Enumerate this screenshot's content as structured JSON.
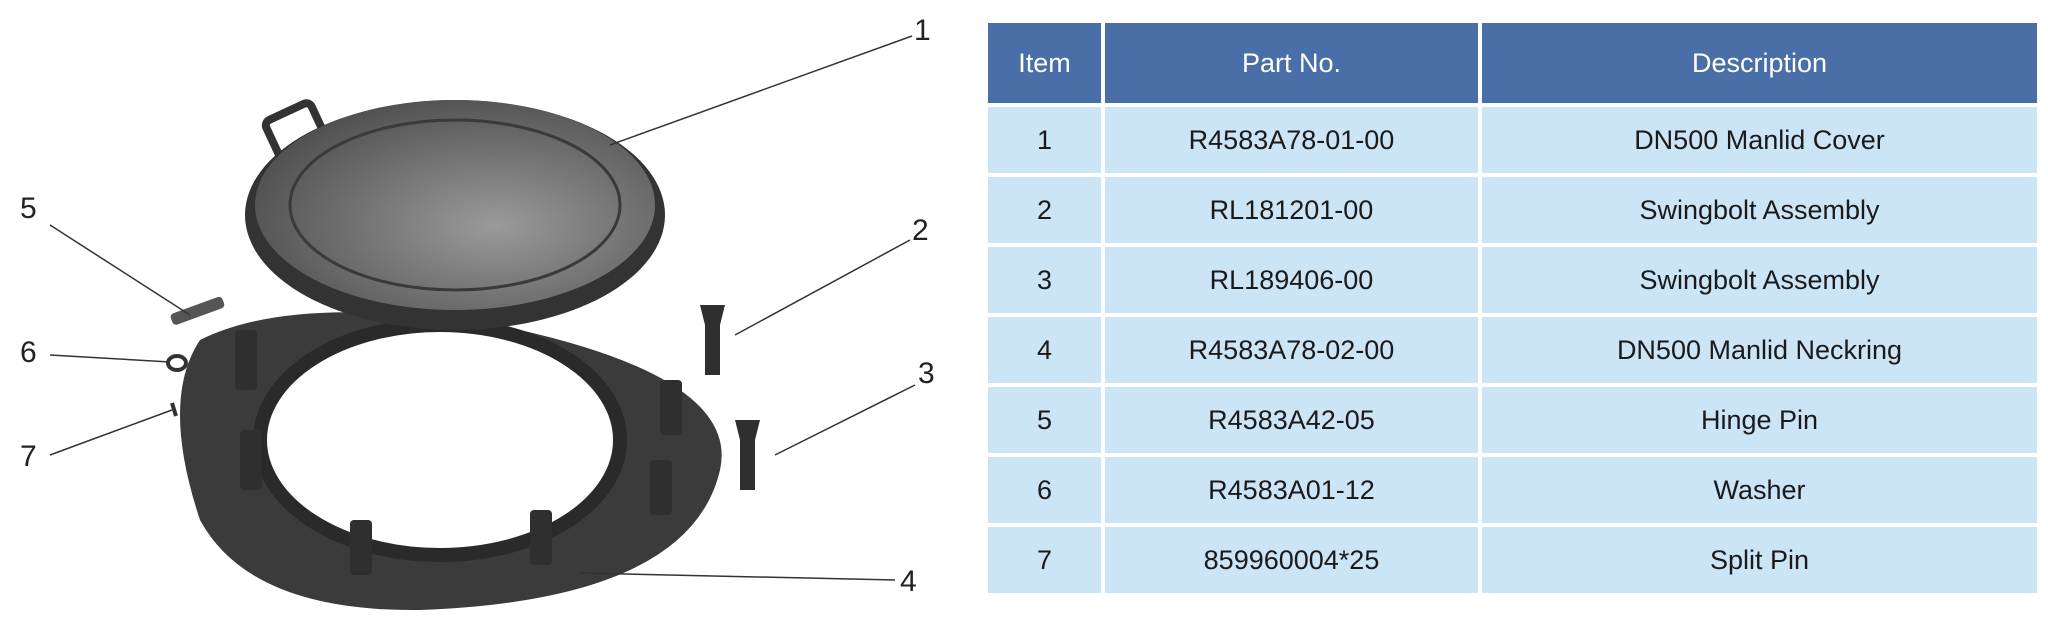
{
  "callouts": [
    "1",
    "2",
    "3",
    "4",
    "5",
    "6",
    "7"
  ],
  "table": {
    "headers": [
      "Item",
      "Part No.",
      "Description"
    ],
    "rows": [
      [
        "1",
        "R4583A78-01-00",
        "DN500 Manlid Cover"
      ],
      [
        "2",
        "RL181201-00",
        "Swingbolt Assembly"
      ],
      [
        "3",
        "RL189406-00",
        "Swingbolt Assembly"
      ],
      [
        "4",
        "R4583A78-02-00",
        "DN500 Manlid Neckring"
      ],
      [
        "5",
        "R4583A42-05",
        "Hinge Pin"
      ],
      [
        "6",
        "R4583A01-12",
        "Washer"
      ],
      [
        "7",
        "859960004*25",
        "Split Pin"
      ]
    ]
  },
  "colors": {
    "header": "#4a6fa8",
    "row": "#cbe4f6",
    "part": "#3a3a3a"
  }
}
